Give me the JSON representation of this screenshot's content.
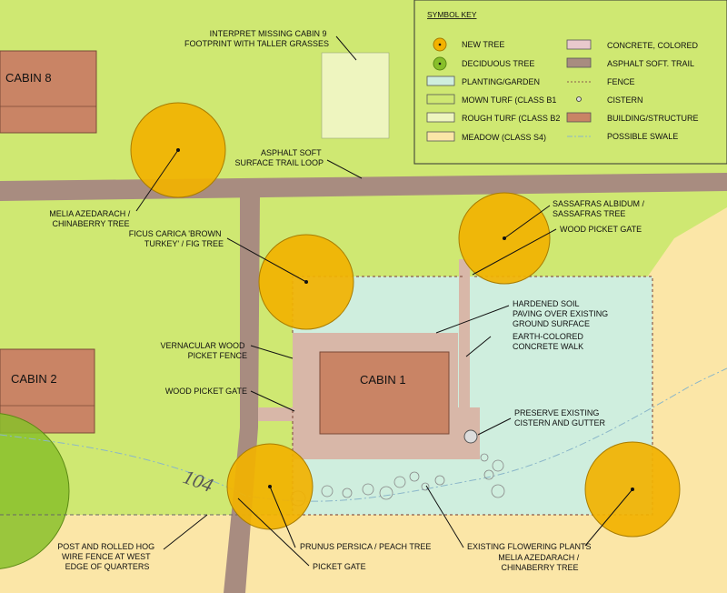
{
  "colors": {
    "turf": "#cfe872",
    "rough": "#eef5bf",
    "meadow": "#fbe6a7",
    "planting": "#cfeede",
    "building": "#c98465",
    "trail": "#a88c80",
    "concrete": "#d8b7a8",
    "treeNew": "#f2b200",
    "treeDeciduous": "#88bf2a"
  },
  "buildings": {
    "cabin8": "CABIN 8",
    "cabin2": "CABIN 2",
    "cabin1": "CABIN 1"
  },
  "contour_label": "104",
  "labels": {
    "cabin9": [
      "INTERPRET MISSING CABIN 9",
      "FOOTPRINT WITH TALLER GRASSES"
    ],
    "trail": [
      "ASPHALT SOFT",
      "SURFACE TRAIL LOOP"
    ],
    "melia_nw": [
      "MELIA AZEDARACH /",
      "CHINABERRY TREE"
    ],
    "ficus": [
      "FICUS CARICA 'BROWN",
      "TURKEY' / FIG TREE"
    ],
    "sassafras": [
      "SASSAFRAS ALBIDUM /",
      "SASSAFRAS TREE"
    ],
    "gate_ne": [
      "WOOD PICKET GATE"
    ],
    "hardened": [
      "HARDENED SOIL",
      "PAVING OVER EXISTING",
      "GROUND SURFACE"
    ],
    "earth_walk": [
      "EARTH-COLORED",
      "CONCRETE WALK"
    ],
    "vern_fence": [
      "VERNACULAR WOOD",
      "PICKET FENCE"
    ],
    "gate_w": [
      "WOOD PICKET GATE"
    ],
    "cistern": [
      "PRESERVE EXISTING",
      "CISTERN AND GUTTER"
    ],
    "hogwire": [
      "POST AND ROLLED HOG",
      "WIRE FENCE AT WEST",
      "EDGE OF QUARTERS"
    ],
    "peach": [
      "PRUNUS PERSICA / PEACH TREE"
    ],
    "picket_gate": [
      "PICKET GATE"
    ],
    "flowering": [
      "EXISTING FLOWERING PLANTS"
    ],
    "melia_se": [
      "MELIA AZEDARACH /",
      "CHINABERRY TREE"
    ]
  },
  "legend": {
    "title": "SYMBOL KEY",
    "left": [
      {
        "label": "NEW TREE",
        "icon": "new-tree-icon"
      },
      {
        "label": "DECIDUOUS TREE",
        "icon": "deciduous-tree-icon"
      },
      {
        "label": "PLANTING/GARDEN",
        "icon": "planting-swatch"
      },
      {
        "label": "MOWN TURF (CLASS B1",
        "icon": "mown-turf-swatch"
      },
      {
        "label": "ROUGH TURF (CLASS B2",
        "icon": "rough-turf-swatch"
      },
      {
        "label": "MEADOW (CLASS S4)",
        "icon": "meadow-swatch"
      }
    ],
    "right": [
      {
        "label": "CONCRETE, COLORED",
        "icon": "concrete-swatch"
      },
      {
        "label": "ASPHALT SOFT. TRAIL",
        "icon": "asphalt-swatch"
      },
      {
        "label": "FENCE",
        "icon": "fence-line-icon"
      },
      {
        "label": "CISTERN",
        "icon": "cistern-icon"
      },
      {
        "label": "BUILDING/STRUCTURE",
        "icon": "building-swatch"
      },
      {
        "label": "POSSIBLE SWALE",
        "icon": "swale-line-icon"
      }
    ]
  }
}
